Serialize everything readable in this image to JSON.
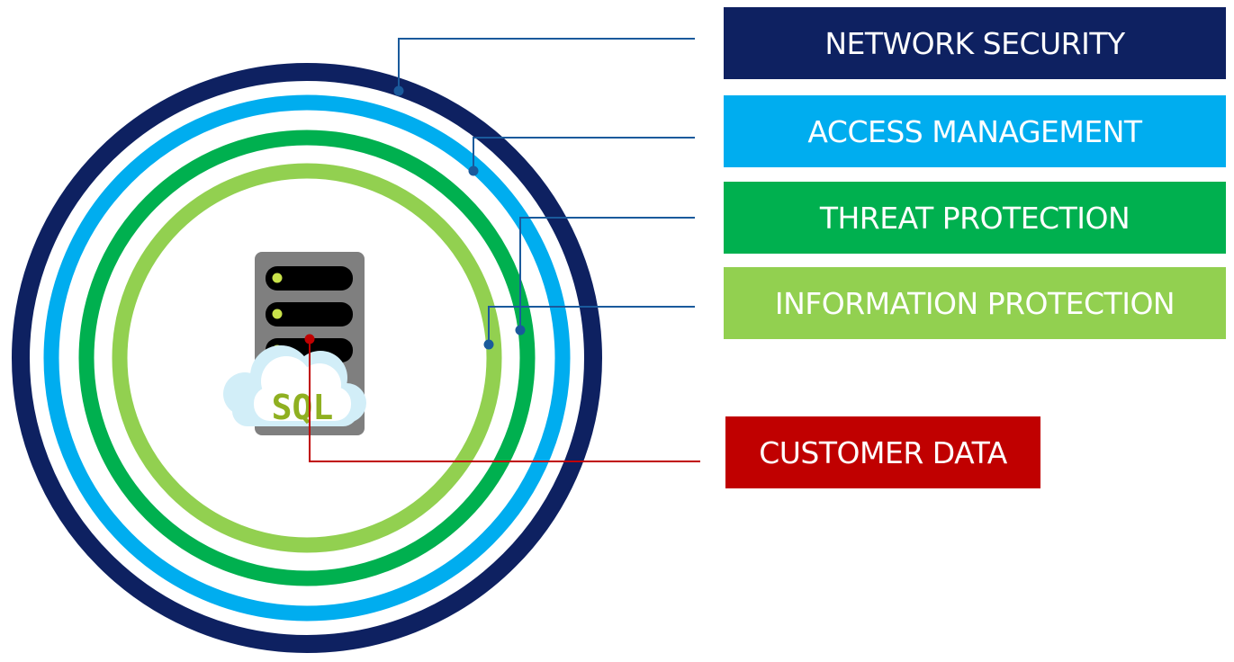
{
  "layers": [
    {
      "label": "NETWORK SECURITY",
      "color": "#0e2161"
    },
    {
      "label": "ACCESS MANAGEMENT",
      "color": "#00adef"
    },
    {
      "label": "THREAT PROTECTION",
      "color": "#00b04f"
    },
    {
      "label": "INFORMATION PROTECTION",
      "color": "#92d050"
    }
  ],
  "core": {
    "label": "CUSTOMER DATA",
    "color": "#c00000"
  },
  "server_icon": {
    "text": "SQL",
    "icon": "sql-server-icon"
  },
  "connector_color": "#1a5a9c"
}
